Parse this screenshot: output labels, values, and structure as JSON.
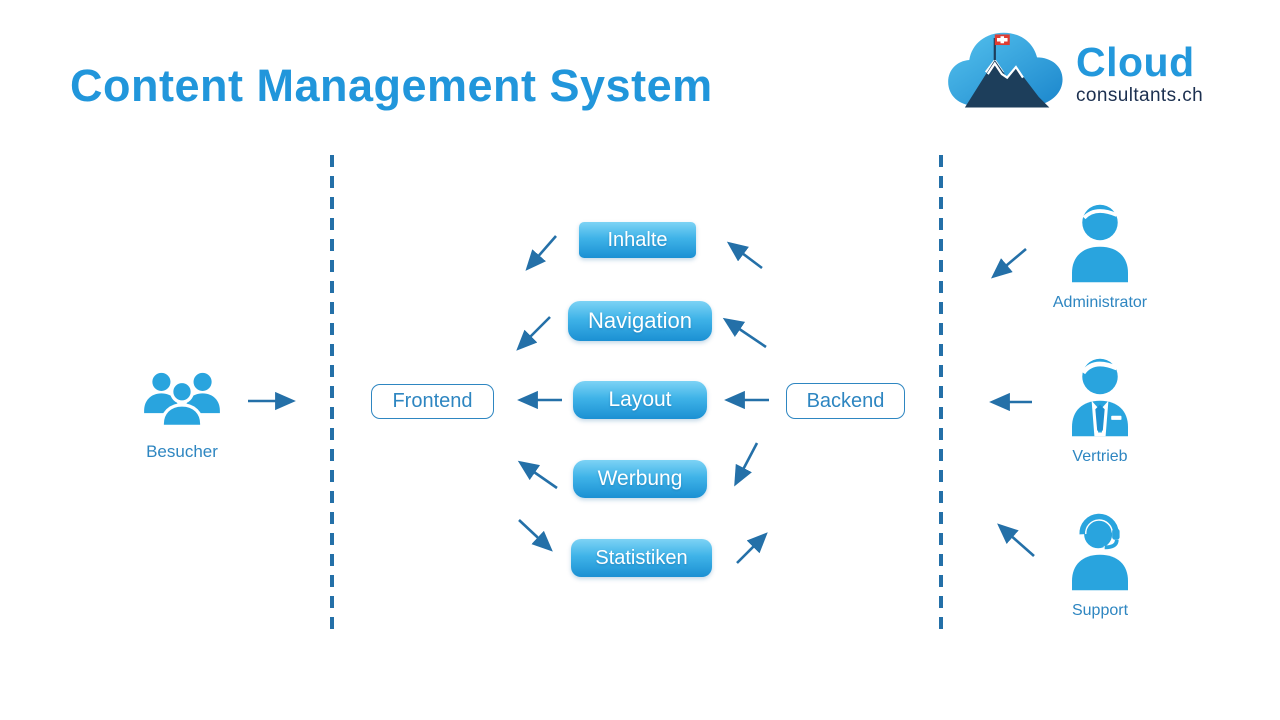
{
  "title": "Content Management System",
  "logo": {
    "brand": "Cloud",
    "domain": "consultants.ch"
  },
  "diagram": {
    "frontend": {
      "label": "Frontend"
    },
    "backend": {
      "label": "Backend"
    },
    "nodes": [
      {
        "label": "Inhalte"
      },
      {
        "label": "Navigation"
      },
      {
        "label": "Layout"
      },
      {
        "label": "Werbung"
      },
      {
        "label": "Statistiken"
      }
    ]
  },
  "actors": {
    "besucher": {
      "label": "Besucher"
    },
    "administrator": {
      "label": "Administrator"
    },
    "vertrieb": {
      "label": "Vertrieb"
    },
    "support": {
      "label": "Support"
    }
  },
  "colors": {
    "title_blue": "#2196db",
    "icon_blue": "#29a4de",
    "arrow_blue": "#2470a8",
    "outline_blue": "#2e86c1",
    "button_gradient_top": "#7dd3f5",
    "button_gradient_bottom": "#1b90d3",
    "logo_navy": "#1c3050",
    "flag_red": "#e03c31"
  }
}
